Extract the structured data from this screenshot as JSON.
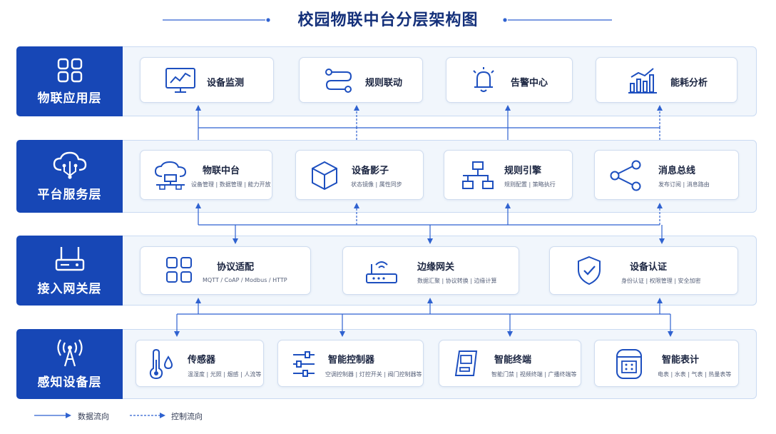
{
  "title": "校园物联中台分层架构图",
  "colors": {
    "primary": "#1747b6",
    "line": "#2f62d0",
    "band": "#f1f6fc",
    "icon": "#1d4fbf"
  },
  "layers": [
    {
      "name": "物联应用层",
      "icon": "grid-icon",
      "cards": [
        {
          "title": "设备监测",
          "icon": "monitor-chart-icon"
        },
        {
          "title": "规则联动",
          "icon": "flow-route-icon"
        },
        {
          "title": "告警中心",
          "icon": "alarm-bell-icon"
        },
        {
          "title": "能耗分析",
          "icon": "bar-trend-icon"
        }
      ]
    },
    {
      "name": "平台服务层",
      "icon": "cloud-network-icon",
      "cards": [
        {
          "title": "物联中台",
          "subtitle": "设备管理 | 数据管理 | 能力开放",
          "icon": "cloud-server-icon"
        },
        {
          "title": "设备影子",
          "subtitle": "状态镜像 | 属性同步",
          "icon": "cube-icon"
        },
        {
          "title": "规则引擎",
          "subtitle": "规则配置 | 策略执行",
          "icon": "flowchart-icon"
        },
        {
          "title": "消息总线",
          "subtitle": "发布订阅 | 消息路由",
          "icon": "share-nodes-icon"
        }
      ]
    },
    {
      "name": "接入网关层",
      "icon": "router-icon",
      "cards": [
        {
          "title": "协议适配",
          "subtitle": "MQTT / CoAP / Modbus / HTTP",
          "icon": "blocks-icon"
        },
        {
          "title": "边缘网关",
          "subtitle": "数据汇聚 | 协议转换 | 边缘计算",
          "icon": "wifi-router-icon"
        },
        {
          "title": "设备认证",
          "subtitle": "身份认证 | 权限管理 | 安全加密",
          "icon": "shield-check-icon"
        }
      ]
    },
    {
      "name": "感知设备层",
      "icon": "signal-tower-icon",
      "cards": [
        {
          "title": "传感器",
          "subtitle": "温湿度 | 光照 | 烟感 | 人流等",
          "icon": "thermometer-icon"
        },
        {
          "title": "智能控制器",
          "subtitle": "空调控制器 | 灯控开关 | 阀门控制器等",
          "icon": "sliders-icon"
        },
        {
          "title": "智能终端",
          "subtitle": "智能门禁 | 视频终端 | 广播终端等",
          "icon": "terminal-icon"
        },
        {
          "title": "智能表计",
          "subtitle": "电表 | 水表 | 气表 | 热量表等",
          "icon": "meter-icon"
        }
      ]
    }
  ],
  "legend": {
    "data_flow": "数据流向",
    "control_flow": "控制流向"
  }
}
